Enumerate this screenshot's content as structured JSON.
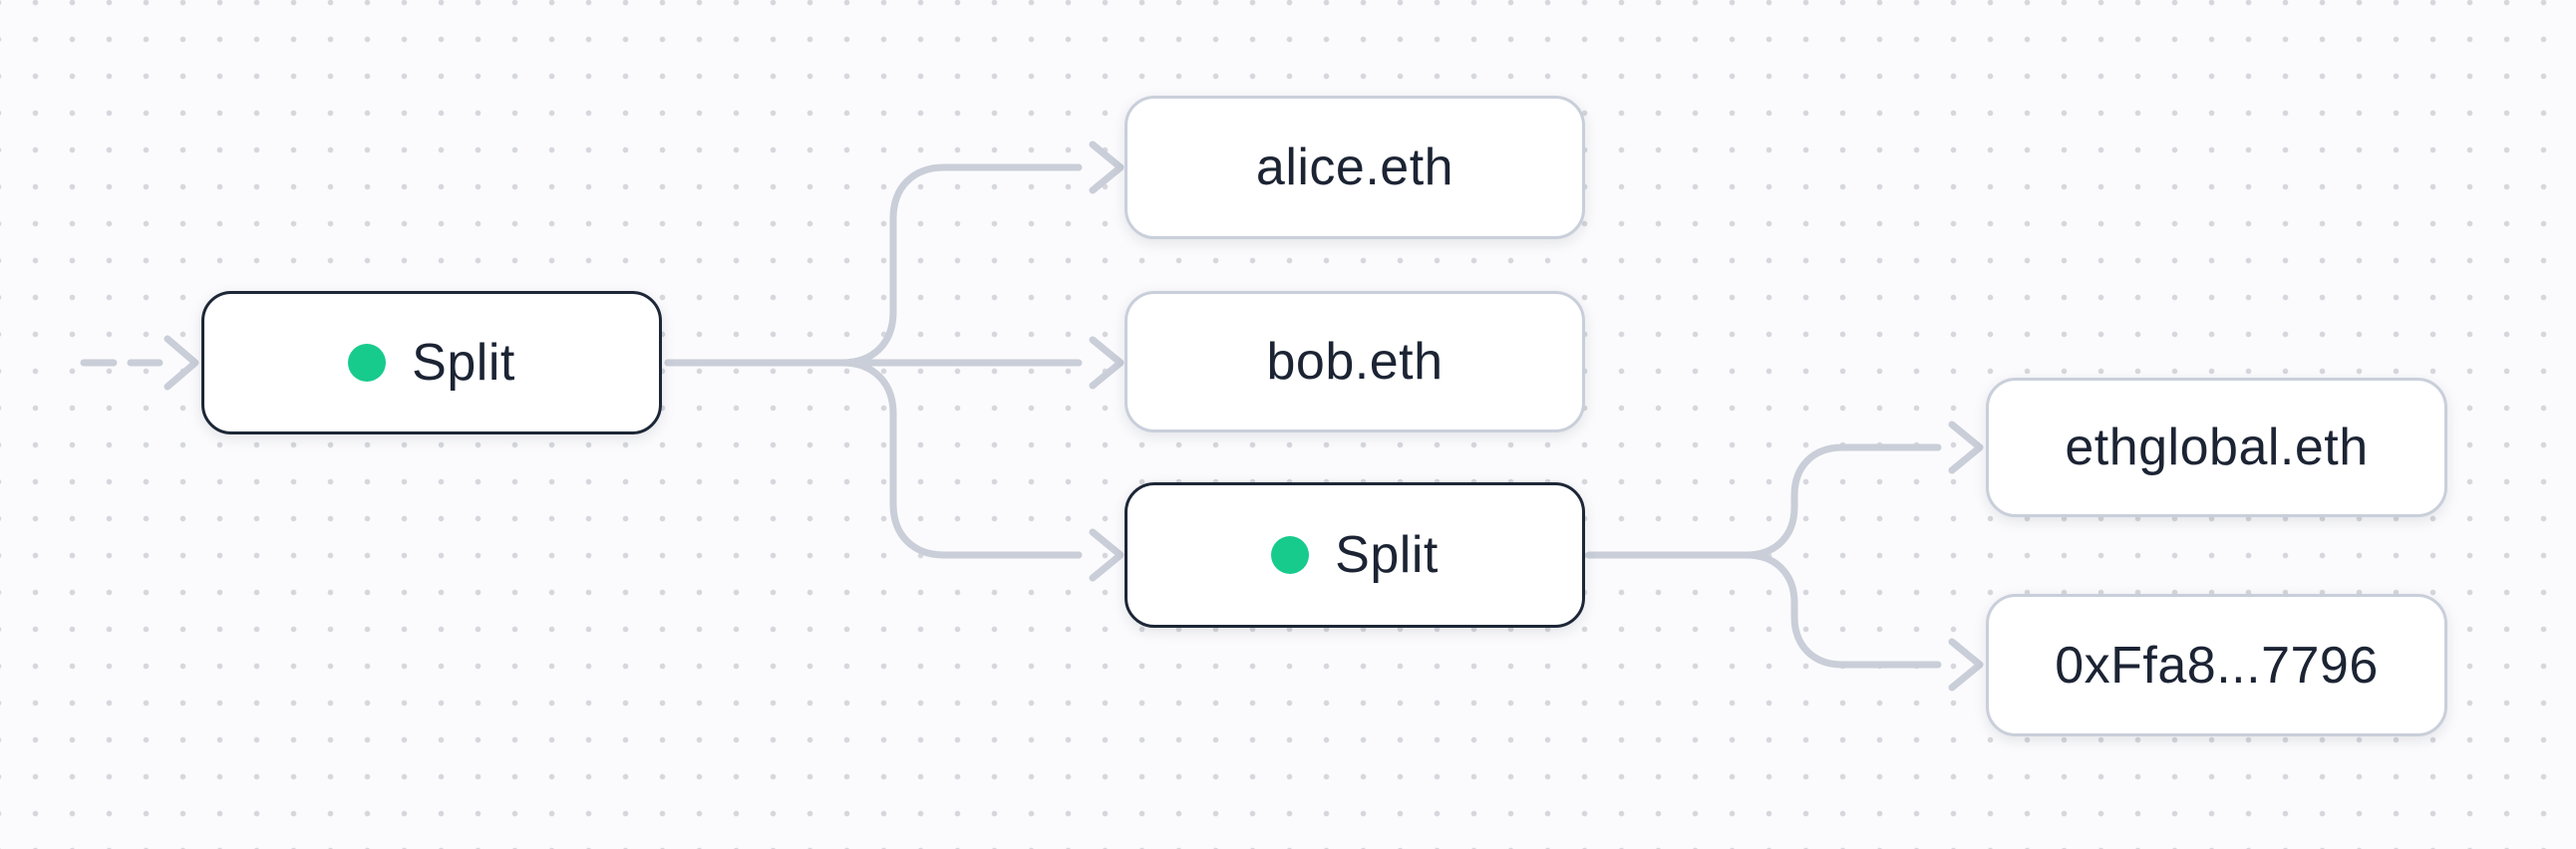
{
  "canvas": {
    "type": "flow-diagram-editor",
    "background_color": "#fbfbfd",
    "dot_grid_color": "#d5d7dc",
    "edge_color": "#c9ced8",
    "split_border_color": "#1d2737",
    "leaf_border_color": "#c9cfda",
    "text_color": "#1c2434",
    "accent_green": "#17cb8d"
  },
  "nodes": {
    "split1": {
      "label": "Split",
      "type": "split",
      "status_icon": "green-dot-icon"
    },
    "alice": {
      "label": "alice.eth",
      "type": "recipient"
    },
    "bob": {
      "label": "bob.eth",
      "type": "recipient"
    },
    "split2": {
      "label": "Split",
      "type": "split",
      "status_icon": "green-dot-icon"
    },
    "ethglobal": {
      "label": "ethglobal.eth",
      "type": "recipient"
    },
    "wallet": {
      "label": "0xFfa8...7796",
      "type": "recipient"
    }
  },
  "edges": [
    {
      "from": "input",
      "to": "split1",
      "style": "dashed-arrow"
    },
    {
      "from": "split1",
      "to": "alice",
      "style": "solid-arrow"
    },
    {
      "from": "split1",
      "to": "bob",
      "style": "solid-arrow"
    },
    {
      "from": "split1",
      "to": "split2",
      "style": "solid-arrow"
    },
    {
      "from": "split2",
      "to": "ethglobal",
      "style": "solid-arrow"
    },
    {
      "from": "split2",
      "to": "wallet",
      "style": "solid-arrow"
    }
  ]
}
